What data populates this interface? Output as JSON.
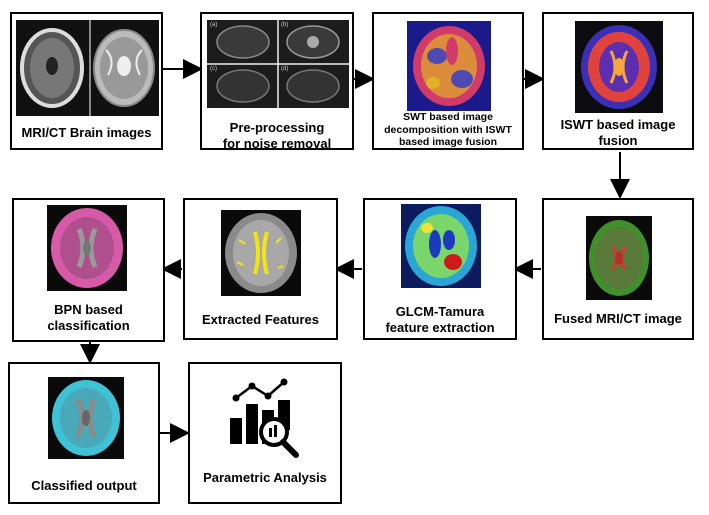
{
  "boxes": {
    "mri_ct": {
      "label": "MRI/CT Brain images"
    },
    "preprocess": {
      "label": "Pre-processing for noise removal"
    },
    "swt": {
      "label": "SWT based image decomposition with ISWT based image fusion"
    },
    "iswt": {
      "label": "ISWT based image fusion"
    },
    "fused": {
      "label": "Fused MRI/CT image"
    },
    "glcm": {
      "label": "GLCM-Tamura feature extraction"
    },
    "extracted": {
      "label": "Extracted Features"
    },
    "bpn": {
      "label": "BPN based classification"
    },
    "classified": {
      "label": "Classified output"
    },
    "parametric": {
      "label": "Parametric Analysis"
    }
  },
  "preprocess_panels": [
    "(a)",
    "(b)",
    "(c)",
    "(d)"
  ],
  "colors": {
    "arrow": "#000000",
    "bpn_overlay": "#d65aa8",
    "classified_overlay": "#3fc2d6",
    "extracted_overlay": "#f2e312",
    "fused_tint": "#3f8f2a"
  },
  "icons": [
    "analytics-magnifier-icon"
  ]
}
